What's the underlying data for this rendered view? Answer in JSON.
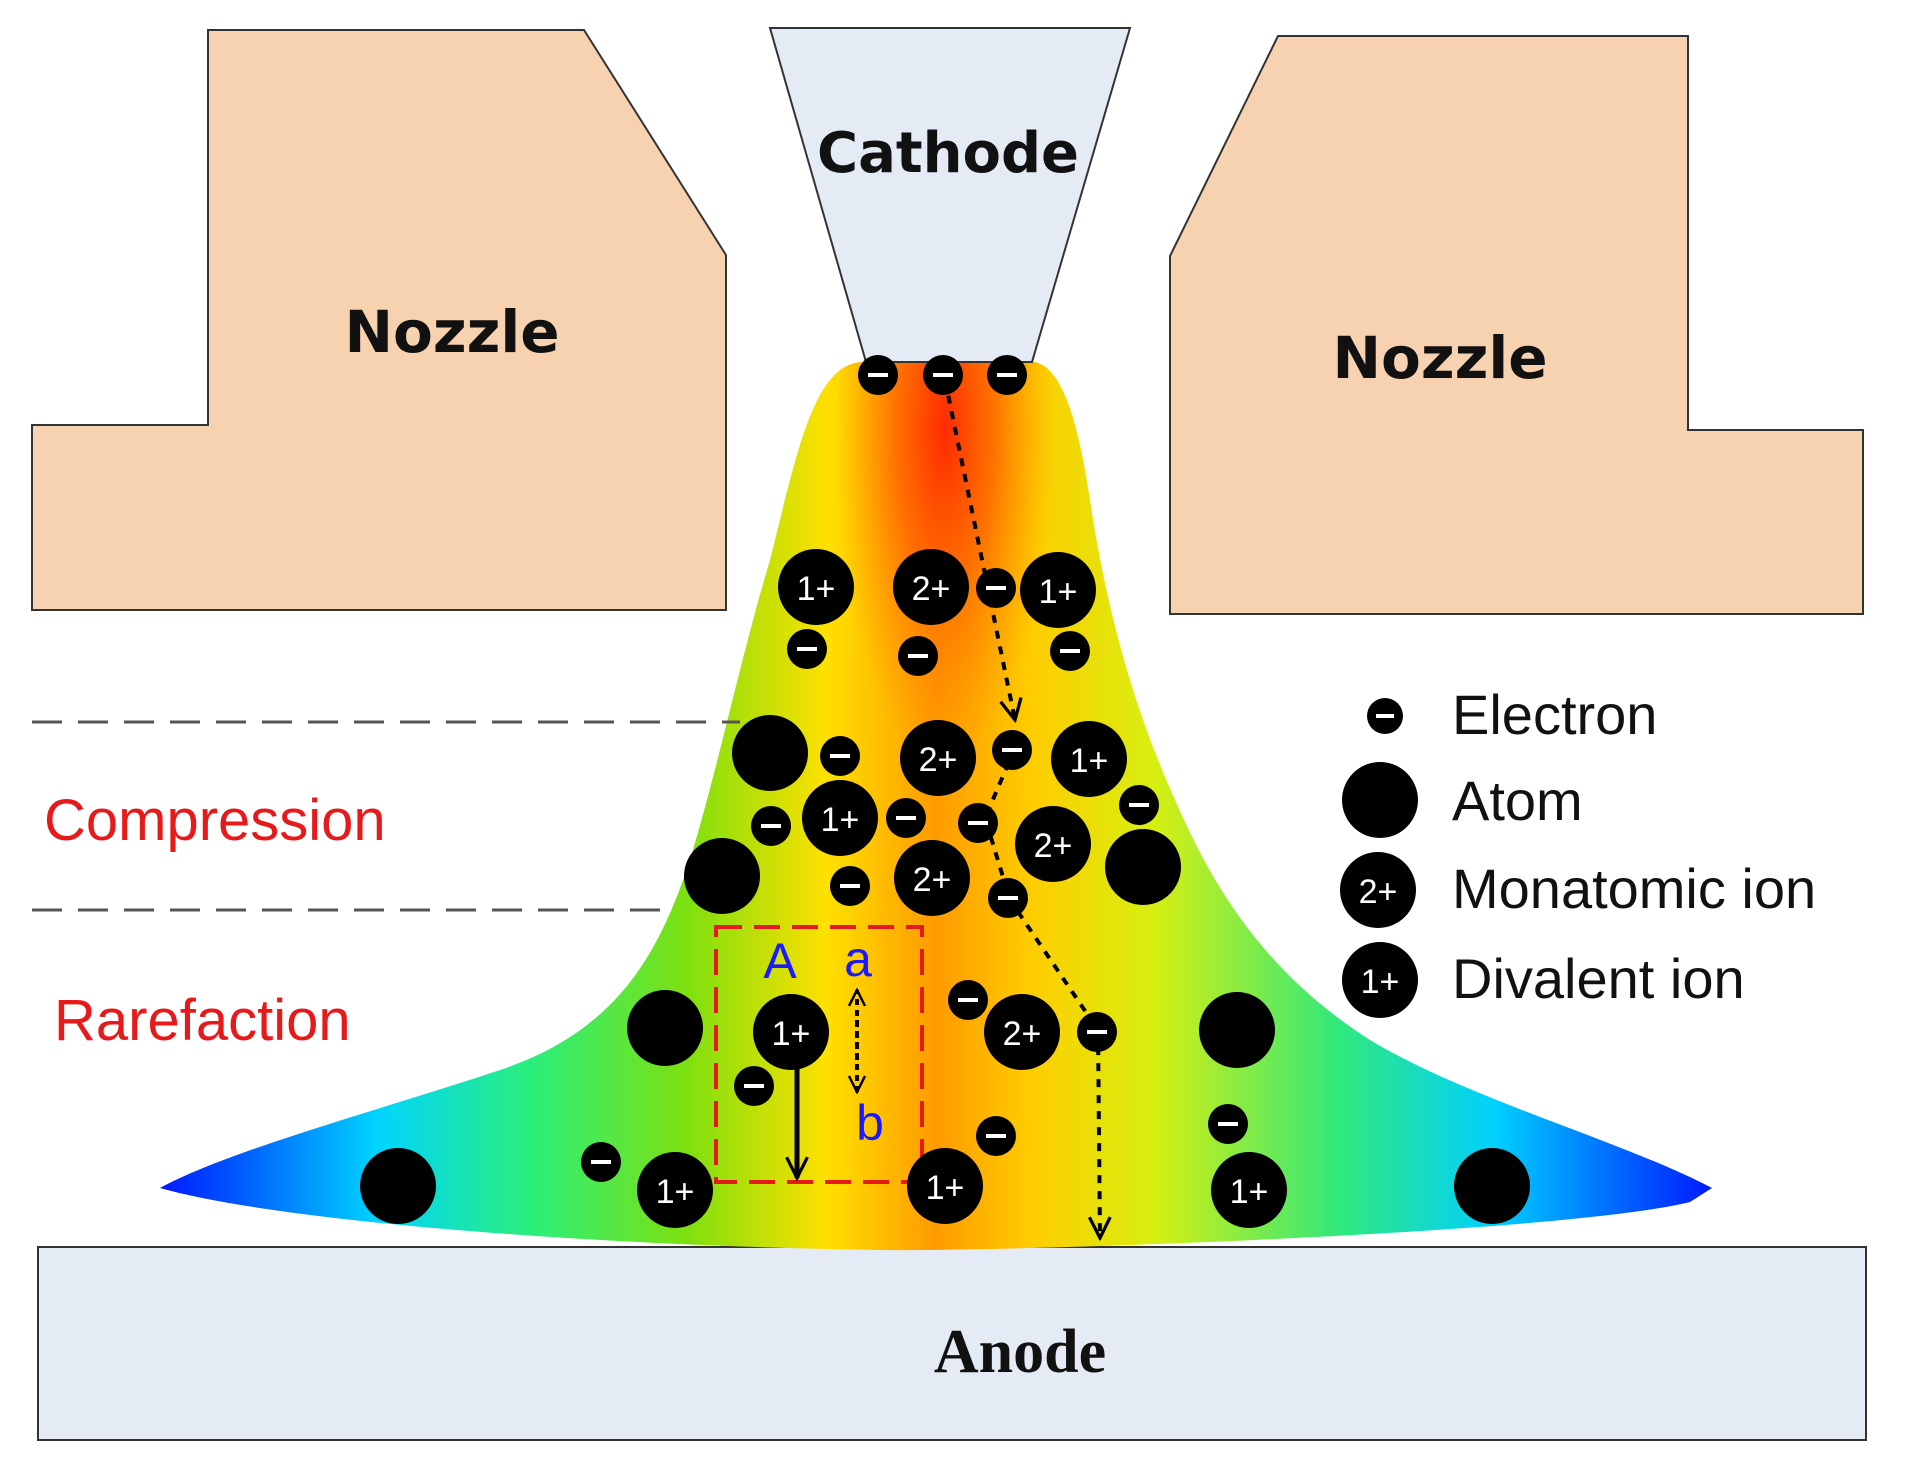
{
  "labels": {
    "cathode": "Cathode",
    "nozzle_left": "Nozzle",
    "nozzle_right": "Nozzle",
    "anode": "Anode",
    "compression": "Compression",
    "rarefaction": "Rarefaction",
    "box_A": "A",
    "box_a": "a",
    "box_b": "b"
  },
  "legend": {
    "items": [
      {
        "type": "electron",
        "label": "Electron"
      },
      {
        "type": "atom",
        "label": "Atom"
      },
      {
        "type": "ion",
        "glyph": "2+",
        "label": "Monatomic ion"
      },
      {
        "type": "ion",
        "glyph": "1+",
        "label": "Divalent ion"
      }
    ]
  },
  "particle_glyphs": {
    "ion1": "1+",
    "ion2": "2+"
  },
  "colors": {
    "nozzle": "#f7d2b1",
    "electrode": "#e5ebf5",
    "zone_label": "#e61a1a",
    "box_outline": "#e61a1a",
    "box_letters": "#1a1aff",
    "particle": "#000000"
  }
}
